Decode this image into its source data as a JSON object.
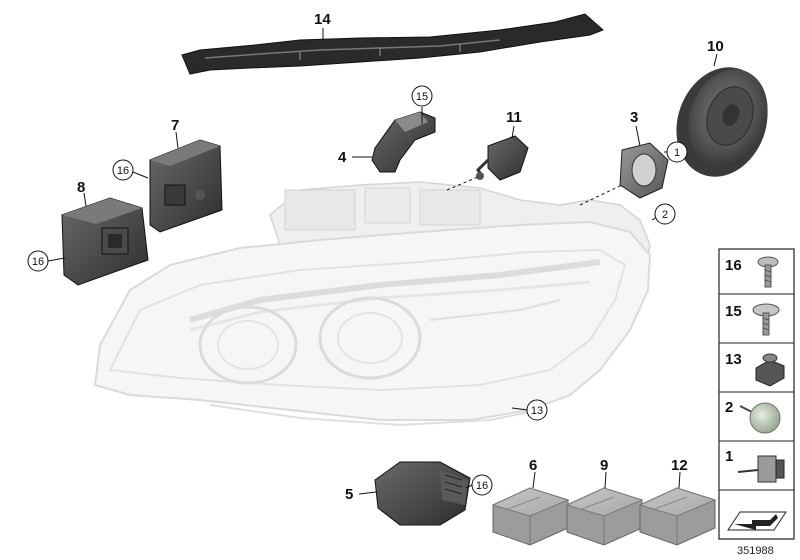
{
  "callouts": {
    "c14": "14",
    "c10": "10",
    "c15a": "15",
    "c11": "11",
    "c3": "3",
    "c1": "1",
    "c7": "7",
    "c4": "4",
    "c16a": "16",
    "c8": "8",
    "c2": "2",
    "c16b": "16",
    "c13": "13",
    "c6": "6",
    "c9": "9",
    "c12": "12",
    "c5": "5",
    "c16c": "16"
  },
  "side_panel": {
    "items": [
      "16",
      "15",
      "13",
      "2",
      "1"
    ]
  },
  "doc_number": "351988"
}
